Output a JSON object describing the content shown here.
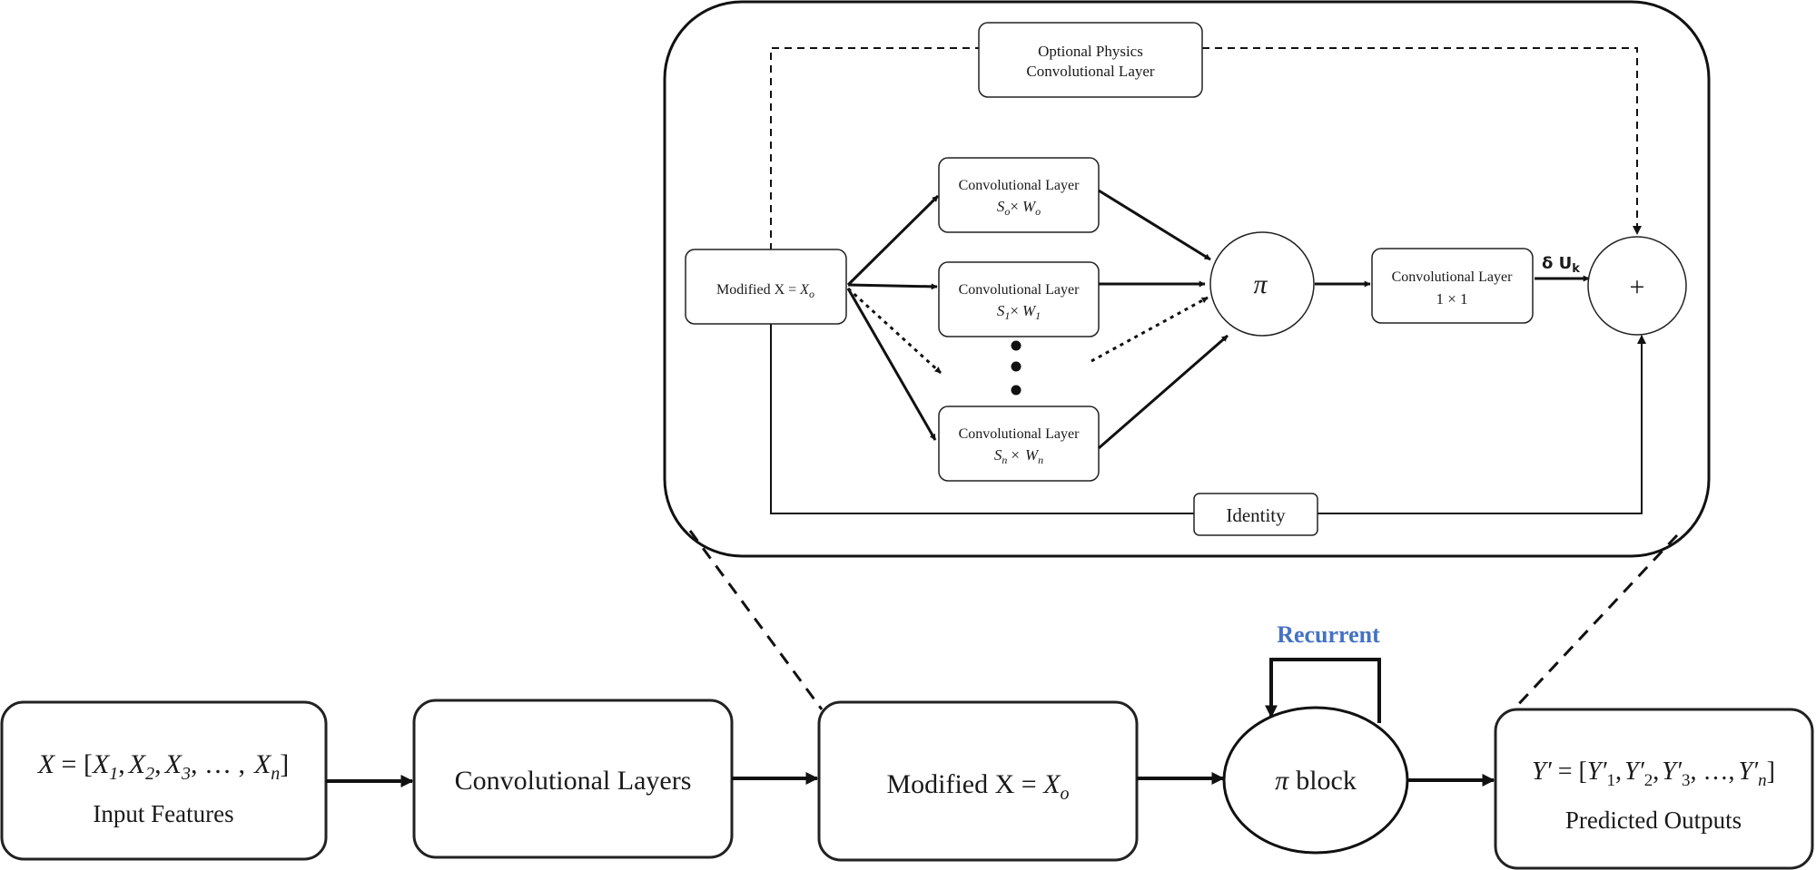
{
  "detail": {
    "physics_line1": "Optional Physics",
    "physics_line2": "Convolutional Layer",
    "modified_input_prefix": "Modified X = ",
    "modified_input_var": "X",
    "modified_input_sub": "o",
    "conv_title": "Convolutional Layer",
    "conv0": {
      "s": "S",
      "s_sub": "o",
      "w": "W",
      "w_sub": "o"
    },
    "conv1": {
      "s": "S",
      "s_sub": "1",
      "w": "W",
      "w_sub": "1"
    },
    "convn": {
      "s": "S",
      "s_sub": "n",
      "w": "W",
      "w_sub": "n"
    },
    "times": "×",
    "pi_symbol": "π",
    "final_conv_title": "Convolutional Layer",
    "final_conv_size": "1 × 1",
    "delta_u": "δ U",
    "delta_u_sub": "k",
    "plus": "+",
    "identity": "Identity"
  },
  "pipeline": {
    "input_var": "X",
    "input_eq": " = [",
    "x1": "X",
    "x1_sub": "1",
    "x2": "X",
    "x2_sub": "2",
    "x3": "X",
    "x3_sub": "3",
    "xn": "X",
    "xn_sub": "n",
    "sep": ",",
    "ellipsis": ", … ,",
    "close": "]",
    "input_label": "Input Features",
    "conv_layers": "Convolutional Layers",
    "modified_prefix": "Modified X = ",
    "modified_var": "X",
    "modified_sub": "o",
    "pi_block_symbol": "π",
    "pi_block_word": "block",
    "recurrent": "Recurrent",
    "output_var": "Y′",
    "output_eq": " = [",
    "y1": "Y′",
    "y1_sub": "1",
    "y2": "Y′",
    "y2_sub": "2",
    "y3": "Y′",
    "y3_sub": "3",
    "yn": "Y′",
    "yn_sub": "n",
    "output_ellipsis": ", …,",
    "output_label": "Predicted Outputs"
  },
  "colors": {
    "recurrent": "#4472c4",
    "stroke": "#222222"
  }
}
